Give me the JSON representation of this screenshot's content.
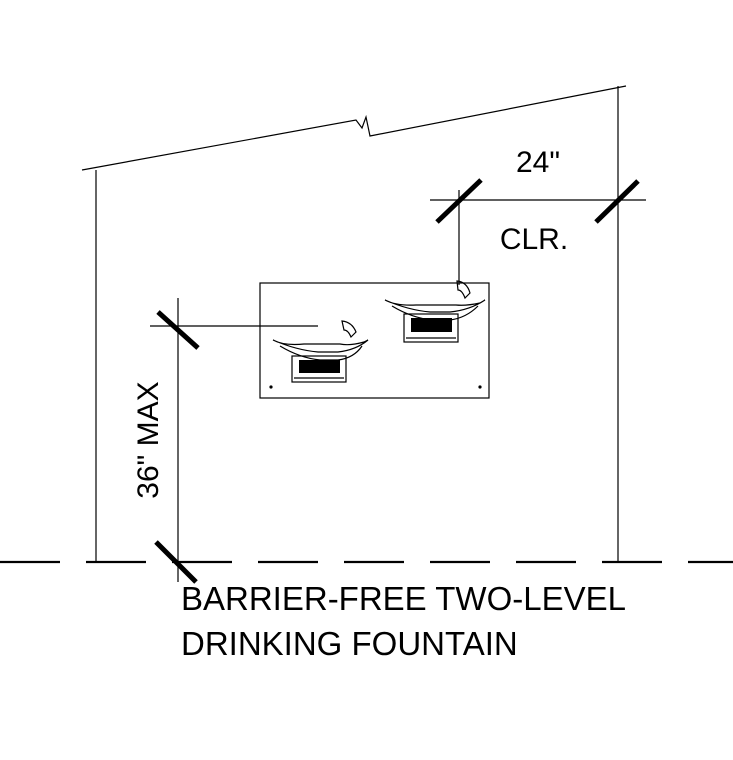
{
  "dimensions": {
    "clearance_value": "24\"",
    "clearance_label": "CLR.",
    "height_label": "36\" MAX"
  },
  "caption": {
    "line1": "BARRIER-FREE TWO-LEVEL",
    "line2": "DRINKING FOUNTAIN"
  }
}
